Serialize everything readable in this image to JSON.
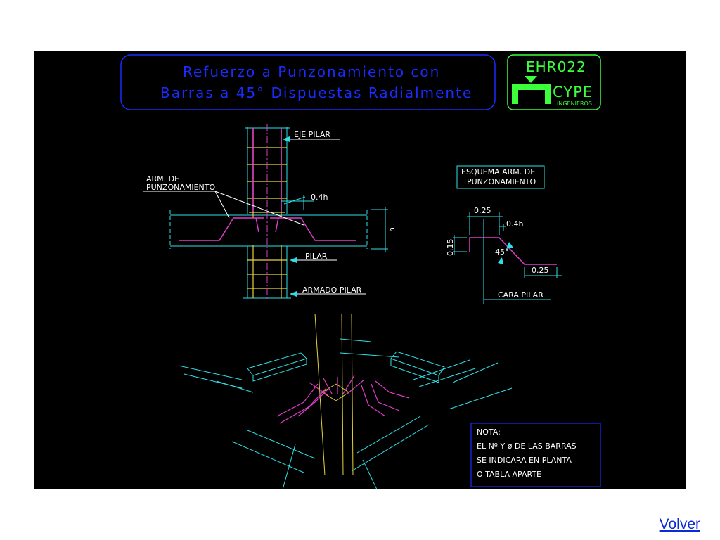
{
  "drawing": {
    "title_line1": "Refuerzo a Punzonamiento con",
    "title_line2": "Barras a 45° Dispuestas Radialmente",
    "code": "EHR022",
    "logo_text": "CYPE",
    "logo_subtext": "INGENIEROS",
    "labels": {
      "eje_pilar": "EJE PILAR",
      "arm_line1": "ARM. DE",
      "arm_line2": "PUNZONAMIENTO",
      "dim_04h": "0.4h",
      "dim_h": "h",
      "pilar": "PILAR",
      "armado_pilar": "ARMADO PILAR"
    },
    "scheme": {
      "title_line1": "ESQUEMA ARM. DE",
      "title_line2": "PUNZONAMIENTO",
      "dim_025_top": "0.25",
      "dim_04h": "0.4h",
      "dim_015": "0.15",
      "angle": "45°",
      "dim_025_bottom": "0.25",
      "cara_pilar": "CARA PILAR"
    },
    "note": {
      "line1": "NOTA:",
      "line2": "EL Nº Y ø DE LAS BARRAS",
      "line3": "SE INDICARA EN PLANTA",
      "line4": "O TABLA APARTE"
    },
    "colors": {
      "background": "#000000",
      "blue": "#1a2bff",
      "green": "#3cff3c",
      "cyan": "#2de0e8",
      "magenta": "#e03cc8",
      "yellow": "#e6d23c",
      "white": "#ffffff"
    }
  },
  "nav": {
    "volver_label": "Volver"
  }
}
